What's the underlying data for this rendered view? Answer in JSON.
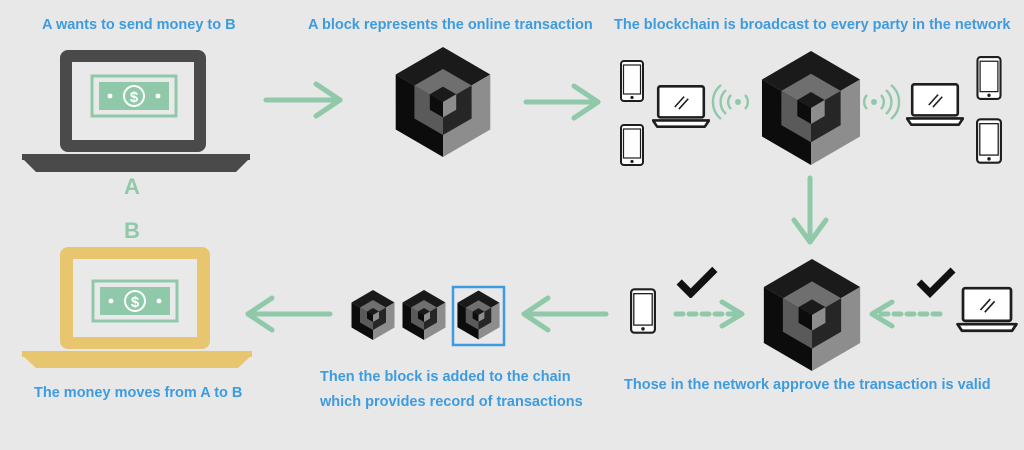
{
  "captions": {
    "step1": "A wants to send money to B",
    "step2": "A block represents the online transaction",
    "step3": "The blockchain is broadcast to every party in the network",
    "step4": "Those in the network approve the transaction is valid",
    "step5_line1": "Then the block is added to the chain",
    "step5_line2": "which provides record of  transactions",
    "step6": "The money moves from A to B"
  },
  "labels": {
    "party_a": "A",
    "party_b": "B"
  },
  "colors": {
    "background": "#e8e8e8",
    "caption": "#3d9be0",
    "arrow": "#8fc9a9",
    "laptop_a": "#4a4a4a",
    "laptop_b": "#e8c66f",
    "money": "#8fc9a9",
    "block_highlight": "#3d9be0"
  },
  "icons": [
    "laptop-icon",
    "money-bill-icon",
    "block-icon",
    "smartphone-icon",
    "wifi-signal-icon",
    "checkmark-icon",
    "arrow-icon"
  ]
}
